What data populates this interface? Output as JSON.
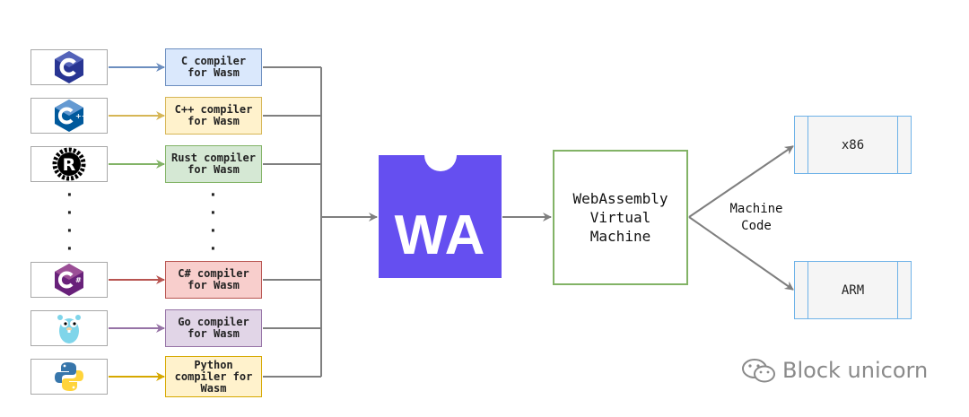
{
  "rows": [
    {
      "id": "c",
      "lang_icon": "c-language-icon",
      "compiler": "C compiler\nfor Wasm",
      "fill": "#dae8fc",
      "arrow": "#6c8ebf"
    },
    {
      "id": "cpp",
      "lang_icon": "cpp-language-icon",
      "compiler": "C++ compiler\nfor Wasm",
      "fill": "#fff2cc",
      "arrow": "#d6b656"
    },
    {
      "id": "rust",
      "lang_icon": "rust-language-icon",
      "compiler": "Rust compiler\nfor Wasm",
      "fill": "#d5e8d4",
      "arrow": "#82b366"
    },
    {
      "id": "csharp",
      "lang_icon": "csharp-language-icon",
      "compiler": "C# compiler\nfor Wasm",
      "fill": "#f8cecc",
      "arrow": "#b85450"
    },
    {
      "id": "go",
      "lang_icon": "go-gopher-icon",
      "compiler": "Go compiler\nfor Wasm",
      "fill": "#e1d5e7",
      "arrow": "#9673a6"
    },
    {
      "id": "python",
      "lang_icon": "python-language-icon",
      "compiler": "Python\ncompiler for\nWasm",
      "fill": "#fff2cc",
      "arrow": "#d6a800"
    }
  ],
  "wasm_logo": {
    "text": "WA",
    "color": "#654ff0"
  },
  "vm": {
    "label": "WebAssembly\nVirtual\nMachine",
    "border": "#82b366"
  },
  "output_label": "Machine\nCode",
  "outputs": [
    {
      "label": "x86"
    },
    {
      "label": "ARM"
    }
  ],
  "watermark": "Block unicorn",
  "connector_color": "#7f7f7f"
}
